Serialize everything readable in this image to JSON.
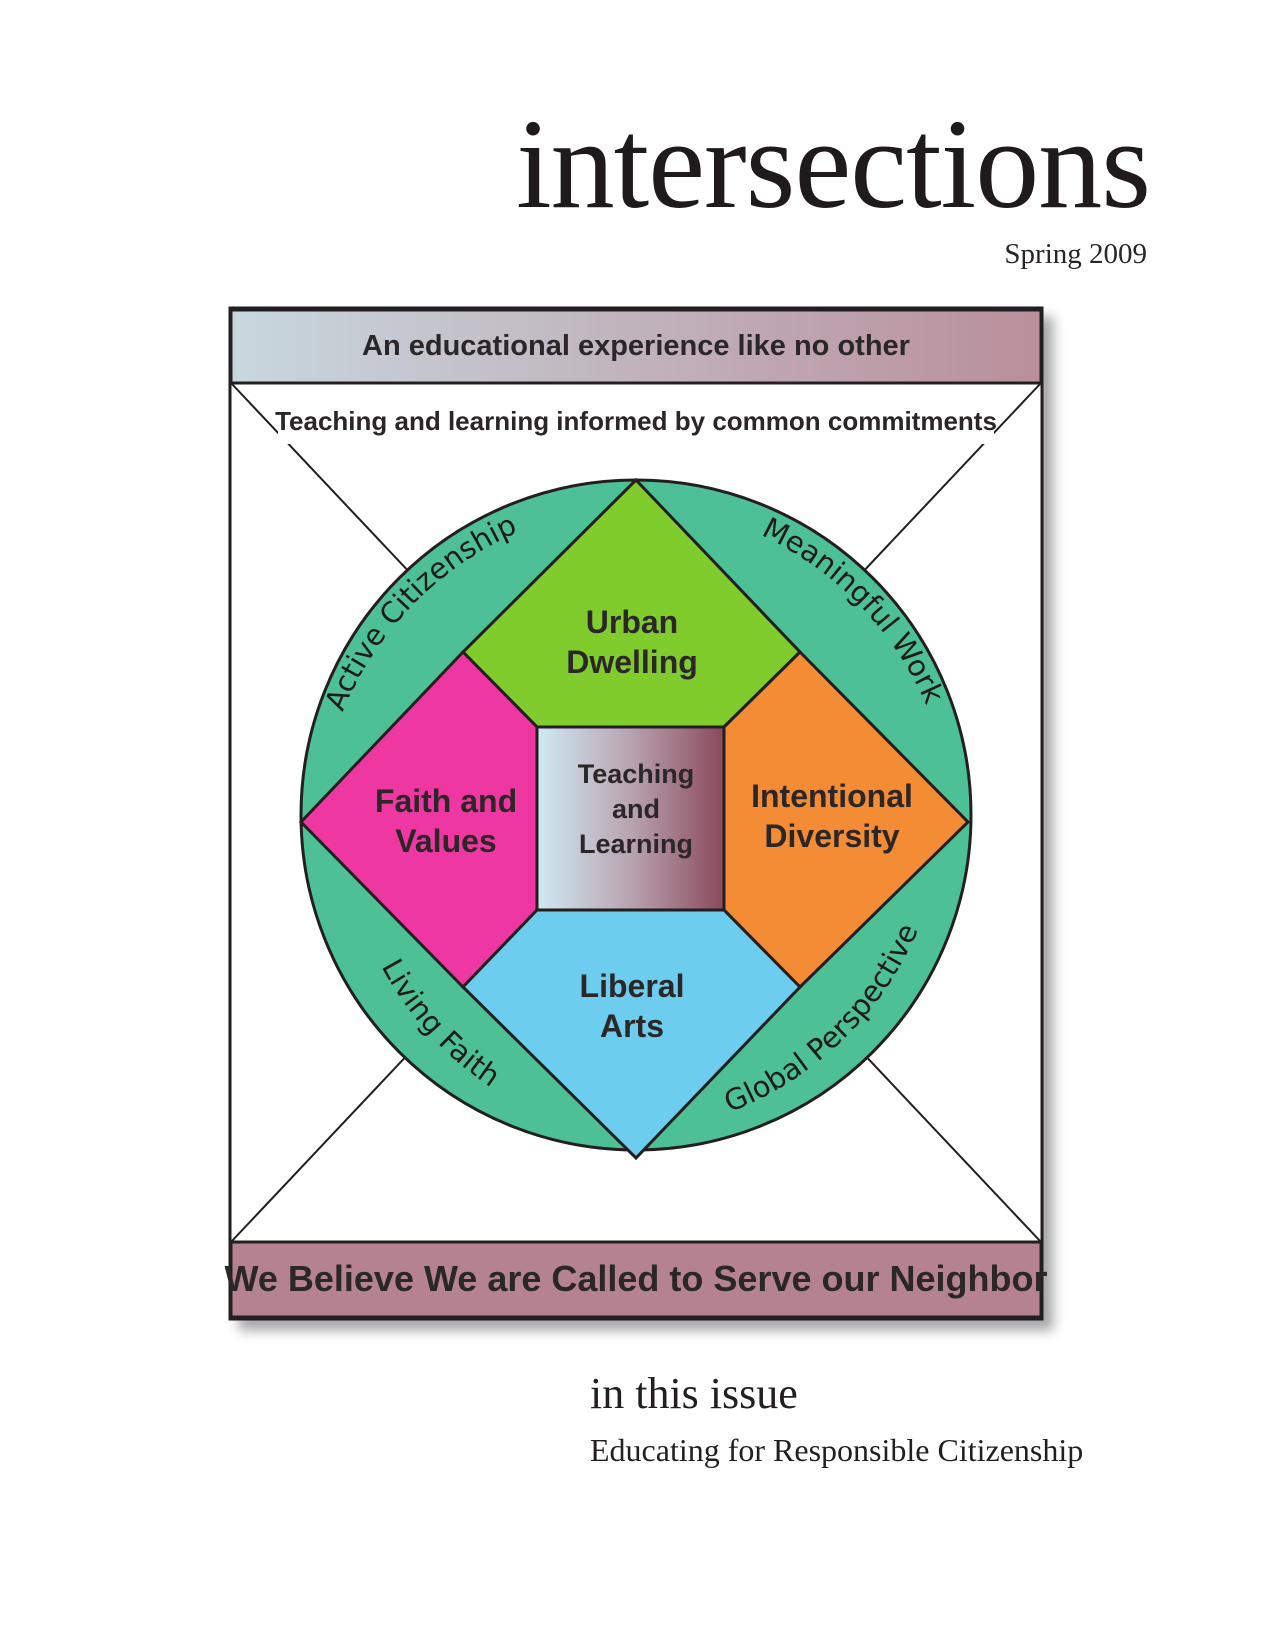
{
  "header": {
    "title": "intersections",
    "date": "Spring 2009"
  },
  "diagram": {
    "top_banner": "An educational experience like no other",
    "subtitle": "Teaching and learning informed by common commitments",
    "center": [
      "Teaching",
      "and",
      "Learning"
    ],
    "segments": {
      "top": {
        "lines": [
          "Urban",
          "Dwelling"
        ],
        "color": "#7fcc2c"
      },
      "left": {
        "lines": [
          "Faith and",
          "Values"
        ],
        "color": "#ee37a0"
      },
      "right": {
        "lines": [
          "Intentional",
          "Diversity"
        ],
        "color": "#f48b35"
      },
      "bottom": {
        "lines": [
          "Liberal",
          "Arts"
        ],
        "color": "#6ccdee"
      }
    },
    "ring": {
      "color": "#4dc195",
      "top_left": "Active Citizenship",
      "top_right": "Meaningful Work",
      "bottom_left": "Living Faith",
      "bottom_right": "Global Perspective"
    },
    "bottom_banner": "We Believe We are Called to Serve our Neighbor",
    "banner_gradient": [
      "#c8d7de",
      "#b98f9b"
    ],
    "bottom_banner_color": "#b5838f"
  },
  "issue": {
    "heading": "in this issue",
    "items": [
      "Educating for Responsible Citizenship"
    ]
  }
}
